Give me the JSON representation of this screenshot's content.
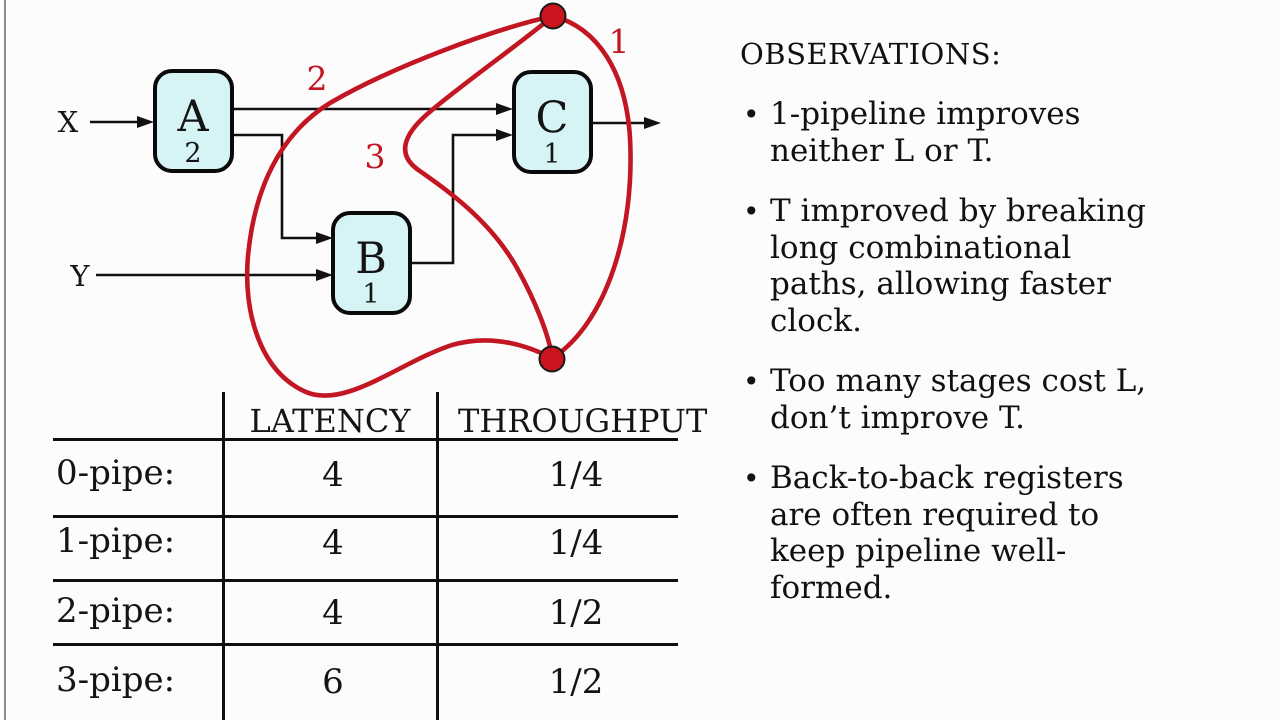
{
  "colors": {
    "background": "#fcfcfd",
    "accent_red": "#c21722",
    "dot_red": "#cb141f",
    "block_fill": "#d6f3f6",
    "line_black": "#111111",
    "edge_grey": "#8d8d8d"
  },
  "diagram": {
    "input_x": "X",
    "input_y": "Y",
    "blocks": [
      {
        "name": "A",
        "delay": "2"
      },
      {
        "name": "B",
        "delay": "1"
      },
      {
        "name": "C",
        "delay": "1"
      }
    ],
    "cuts": [
      {
        "label": "1"
      },
      {
        "label": "2"
      },
      {
        "label": "3"
      }
    ]
  },
  "table": {
    "columns": [
      "LATENCY",
      "THROUGHPUT"
    ],
    "rows": [
      {
        "label": "0-pipe:",
        "latency": "4",
        "throughput": "1/4"
      },
      {
        "label": "1-pipe:",
        "latency": "4",
        "throughput": "1/4"
      },
      {
        "label": "2-pipe:",
        "latency": "4",
        "throughput": "1/2"
      },
      {
        "label": "3-pipe:",
        "latency": "6",
        "throughput": "1/2"
      }
    ]
  },
  "observations": {
    "heading": "OBSERVATIONS:",
    "bullet_char": "•",
    "bullets": [
      {
        "lines": [
          "1-pipeline improves",
          "neither L or T."
        ]
      },
      {
        "lines": [
          "T improved by breaking",
          "long combinational",
          "paths, allowing faster",
          "clock."
        ]
      },
      {
        "lines": [
          "Too many stages cost L,",
          "don’t improve T."
        ]
      },
      {
        "lines": [
          "Back-to-back registers",
          "are often required to",
          "keep pipeline well-",
          "formed."
        ]
      }
    ]
  }
}
